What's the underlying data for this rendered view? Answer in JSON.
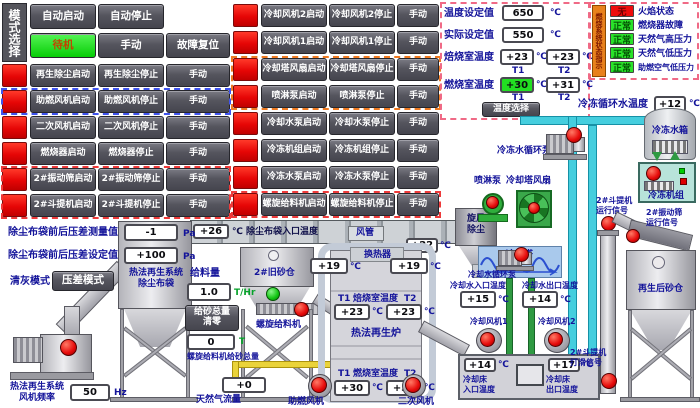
{
  "colors": {
    "lamp_red": "#e60606",
    "ok_green": "#2ae22a",
    "standby_green": "#07cd07",
    "label_navy": "#14149a",
    "strip_orange": "#e8811c",
    "pipe_cyan": "#45cede",
    "pipe_green": "#2f9a42",
    "pipe_yellow": "#ead33a"
  },
  "mode": {
    "title": "模式选择",
    "auto_start": "自动启动",
    "auto_stop": "自动停止",
    "standby": "待机",
    "manual": "手动",
    "fault_reset": "故障复位"
  },
  "left": {
    "rows": [
      {
        "start": "再生除尘启动",
        "stop": "再生除尘停止",
        "mode": "手动"
      },
      {
        "start": "助燃风机启动",
        "stop": "助燃风机停止",
        "mode": "手动"
      },
      {
        "start": "二次风机启动",
        "stop": "二次风机停止",
        "mode": "手动"
      },
      {
        "start": "燃烧器启动",
        "stop": "燃烧器停止",
        "mode": "手动"
      },
      {
        "start": "2#振动筛启动",
        "stop": "2#振动筛停止",
        "mode": "手动"
      },
      {
        "start": "2#斗提机启动",
        "stop": "2#斗提机停止",
        "mode": "手动"
      }
    ]
  },
  "center": {
    "rows": [
      {
        "start": "冷却风机2启动",
        "stop": "冷却风机2停止",
        "mode": "手动"
      },
      {
        "start": "冷却风机1启动",
        "stop": "冷却风机1停止",
        "mode": "手动"
      },
      {
        "start": "冷却塔风扇启动",
        "stop": "冷却塔风扇停止",
        "mode": "手动"
      },
      {
        "start": "喷淋泵启动",
        "stop": "喷淋泵停止",
        "mode": "手动"
      },
      {
        "start": "冷却水泵启动",
        "stop": "冷却水泵停止",
        "mode": "手动"
      },
      {
        "start": "冷冻机组启动",
        "stop": "冷冻机组停止",
        "mode": "手动"
      },
      {
        "start": "冷冻水泵启动",
        "stop": "冷冻水泵停止",
        "mode": "手动"
      },
      {
        "start": "螺旋给料机启动",
        "stop": "螺旋给料机停止",
        "mode": "手动"
      }
    ]
  },
  "temp": {
    "rows": [
      {
        "label": "温度设定值",
        "value": "650",
        "unit": "℃"
      },
      {
        "label": "实际设定值",
        "value": "550",
        "unit": "℃"
      }
    ],
    "roast": {
      "label": "焙烧室温度",
      "t1": "+23",
      "t2": "+23",
      "unit": "℃",
      "t1_tag": "T1",
      "t2_tag": "T2"
    },
    "comb": {
      "label": "燃烧室温度",
      "t1": "+30",
      "t2": "+31",
      "unit": "℃",
      "t1_tag": "T1",
      "t2_tag": "T2"
    },
    "select_button": "温度选择"
  },
  "status": {
    "title": "燃烧系统状态指示",
    "rows": [
      {
        "state": "无",
        "label": "火焰状态"
      },
      {
        "state": "正常",
        "label": "燃烧器故障"
      },
      {
        "state": "正常",
        "label": "天然气高压力"
      },
      {
        "state": "正常",
        "label": "天然气低压力"
      },
      {
        "state": "正常",
        "label": "助燃空气低压力"
      }
    ]
  },
  "chilled_temp": {
    "label": "冷冻循环水温度",
    "value": "+12",
    "unit": "℃"
  },
  "flow": {
    "p_meas": {
      "label": "除尘布袋前后压差测量值",
      "value": "-1",
      "unit": "Pa"
    },
    "p_set": {
      "label": "除尘布袋前后压差设定值",
      "value": "+100",
      "unit": "Pa"
    },
    "clean_mode_label": "清灰模式",
    "clean_mode_button": "压差模式",
    "baghouse_label": "热法再生系统\n除尘布袋",
    "bag_inlet": {
      "value": "+26",
      "unit": "℃",
      "label": "除尘布袋入口温度"
    },
    "duct_label": "风管",
    "duct_temp": {
      "value": "+22",
      "unit": "℃"
    },
    "fan_freq": {
      "label": "热法再生系统\n风机频率",
      "value": "50",
      "unit": "Hz"
    },
    "old_silo_label": "2#旧砂仓",
    "screw_feeder_label": "螺旋给料机",
    "feed_rate": {
      "label": "给料量",
      "value": "1.0",
      "unit": "T/Hr"
    },
    "reset_button": "给砂总量\n清零",
    "feed_total": {
      "value": "0",
      "unit": "T",
      "label": "螺旋给料机给砂总量"
    },
    "gas_flow": {
      "value": "+0",
      "label": "天然气流量"
    },
    "comb_fan_label": "助燃风机",
    "sec_fan_label": "二次风机",
    "hx_label": "换热器",
    "hx_t1": {
      "value": "+19",
      "unit": "℃"
    },
    "hx_t2": {
      "value": "+19",
      "unit": "℃"
    },
    "roast": {
      "t1_tag": "T1",
      "label": "焙烧室温度",
      "t2_tag": "T2",
      "t1": "+23",
      "t2": "+23",
      "unit": "℃"
    },
    "furnace_label": "热法再生炉",
    "comb": {
      "t1_tag": "T1",
      "label": "燃烧室温度",
      "t2_tag": "T2",
      "t1": "+30",
      "t2": "+31",
      "unit": "℃"
    },
    "cyclone_label": "旋风\n除尘",
    "tower_label": "冷却塔",
    "spray_pump_label": "喷淋泵",
    "tower_fan_label": "冷却塔风扇",
    "chill_pump_label": "冷冻水循环泵",
    "cool_pump_label": "冷却水循环泵",
    "cw_in": {
      "label": "冷却水入口温度",
      "value": "+15",
      "unit": "℃"
    },
    "cw_out": {
      "label": "冷却水出口温度",
      "value": "+14",
      "unit": "℃"
    },
    "fan1_label": "冷却风机1",
    "fan2_label": "冷却风机2",
    "bed_in": {
      "value": "+14",
      "unit": "℃",
      "label": "冷却床\n入口温度"
    },
    "bed_out": {
      "value": "+17",
      "unit": "℃",
      "label": "冷却床\n出口温度"
    },
    "tank_label": "冷冻水箱",
    "chiller_label": "冷冻机组",
    "elev_run_label": "2#斗提机\n运行信号",
    "screen_run_label": "2#振动筛\n运行信号",
    "elev_slip_label": "2#斗提机\n打滑信号",
    "regen_silo_label": "再生后砂仓"
  }
}
